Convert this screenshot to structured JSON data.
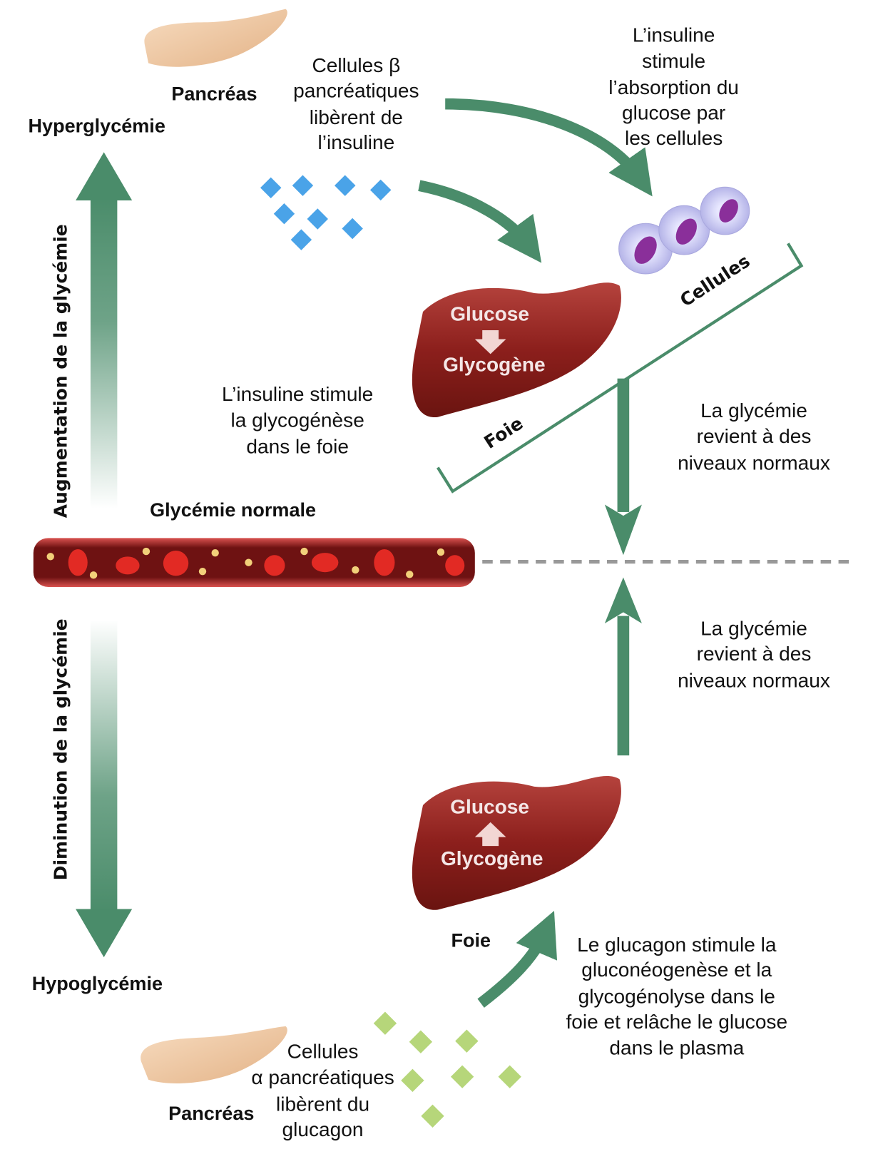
{
  "colors": {
    "arrow": "#4a8c6a",
    "liver": "#8c1f1c",
    "vessel": "#7a1515",
    "insulin": "#4aa3e8",
    "glucagon": "#b6d67a",
    "pancreas": "#f2c9a0",
    "cell": "#c9c8f0"
  },
  "top": {
    "pancreas_label": "Pancréas",
    "hyper_label": "Hyperglycémie",
    "beta_text": [
      "Cellules β",
      "pancréatiques",
      "libèrent de",
      "l’insuline"
    ],
    "uptake_text": [
      "L’insuline",
      "stimule",
      "l’absorption du",
      "glucose par",
      "les cellules"
    ],
    "increase_label": "Augmentation de la glycémie",
    "liver_glucose": "Glucose",
    "liver_glycogen": "Glycogène",
    "foie_label": "Foie",
    "cells_label": "Cellules",
    "glycogenesis_text": [
      "L’insuline stimule",
      "la glycogénèse",
      "dans le foie"
    ],
    "return_text": [
      "La glycémie",
      "revient à des",
      "niveaux normaux"
    ],
    "normal_label": "Glycémie normale"
  },
  "bottom": {
    "decrease_label": "Diminution de la glycémie",
    "hypo_label": "Hypoglycémie",
    "return_text": [
      "La glycémie",
      "revient à des",
      "niveaux normaux"
    ],
    "liver_glucose": "Glucose",
    "liver_glycogen": "Glycogène",
    "foie_label": "Foie",
    "glucagon_text": [
      "Le glucagon stimule la",
      "gluconéogenèse et la",
      "glycogénolyse dans le",
      "foie et relâche le glucose",
      "dans le plasma"
    ],
    "alpha_text": [
      "Cellules",
      "α pancréatiques",
      "libèrent du",
      "glucagon"
    ],
    "pancreas_label": "Pancréas"
  }
}
